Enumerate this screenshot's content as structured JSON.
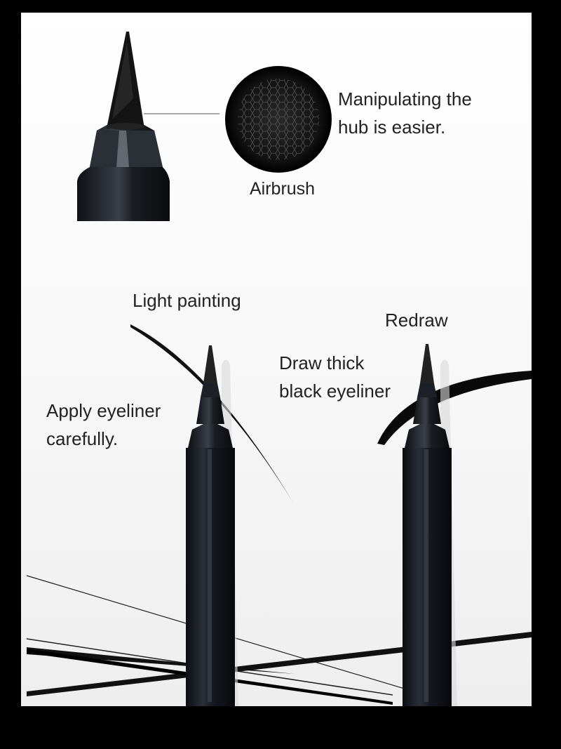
{
  "callouts": {
    "hub_line1": "Manipulating the",
    "hub_line2": "hub is easier.",
    "airbrush": "Airbrush",
    "light_painting": "Light painting",
    "redraw": "Redraw",
    "thick_line1": "Draw thick",
    "thick_line2": "black eyeliner",
    "careful_line1": "Apply eyeliner",
    "careful_line2": "carefully."
  },
  "icons": [
    "brush-tip-closeup-icon",
    "sponge-texture-icon",
    "eyeliner-pen-icon",
    "stroke-mark-icon"
  ],
  "colors": {
    "frame": "#000000",
    "background": "#ffffff",
    "pen_body": "#1a1d24",
    "text": "#222222"
  }
}
